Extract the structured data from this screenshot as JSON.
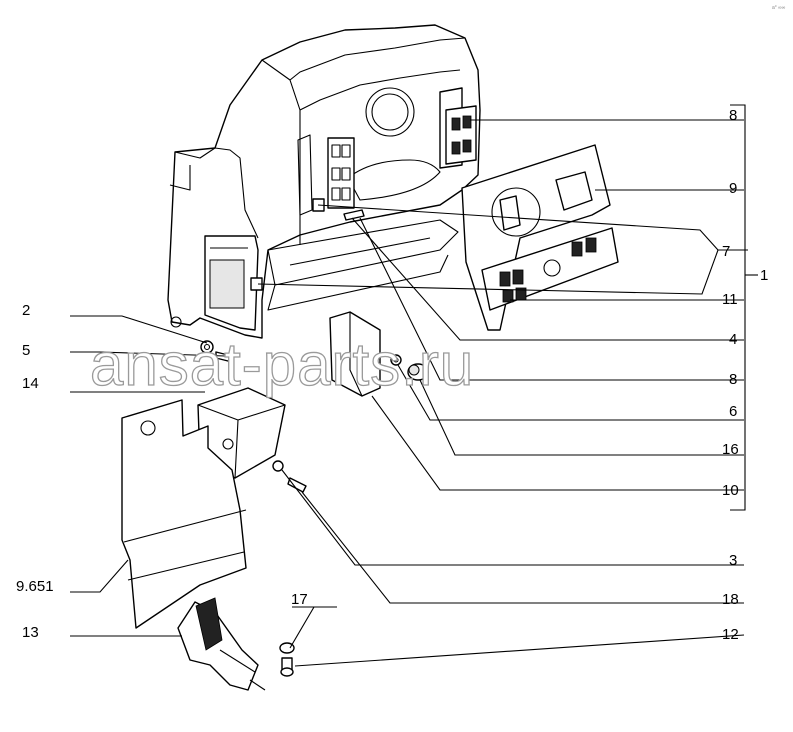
{
  "diagram": {
    "watermark": "ansat-parts.ru",
    "corner_mark": "a° ∞∞",
    "callouts": [
      {
        "id": "8a",
        "text": "8"
      },
      {
        "id": "9",
        "text": "9"
      },
      {
        "id": "7",
        "text": "7"
      },
      {
        "id": "11",
        "text": "11"
      },
      {
        "id": "1",
        "text": "1"
      },
      {
        "id": "4",
        "text": "4"
      },
      {
        "id": "8b",
        "text": "8"
      },
      {
        "id": "6",
        "text": "6"
      },
      {
        "id": "16",
        "text": "16"
      },
      {
        "id": "10",
        "text": "10"
      },
      {
        "id": "3",
        "text": "3"
      },
      {
        "id": "18",
        "text": "18"
      },
      {
        "id": "12",
        "text": "12"
      },
      {
        "id": "2",
        "text": "2"
      },
      {
        "id": "5",
        "text": "5"
      },
      {
        "id": "14",
        "text": "14"
      },
      {
        "id": "9651",
        "text": "9.651"
      },
      {
        "id": "17",
        "text": "17"
      },
      {
        "id": "13",
        "text": "13"
      }
    ]
  }
}
